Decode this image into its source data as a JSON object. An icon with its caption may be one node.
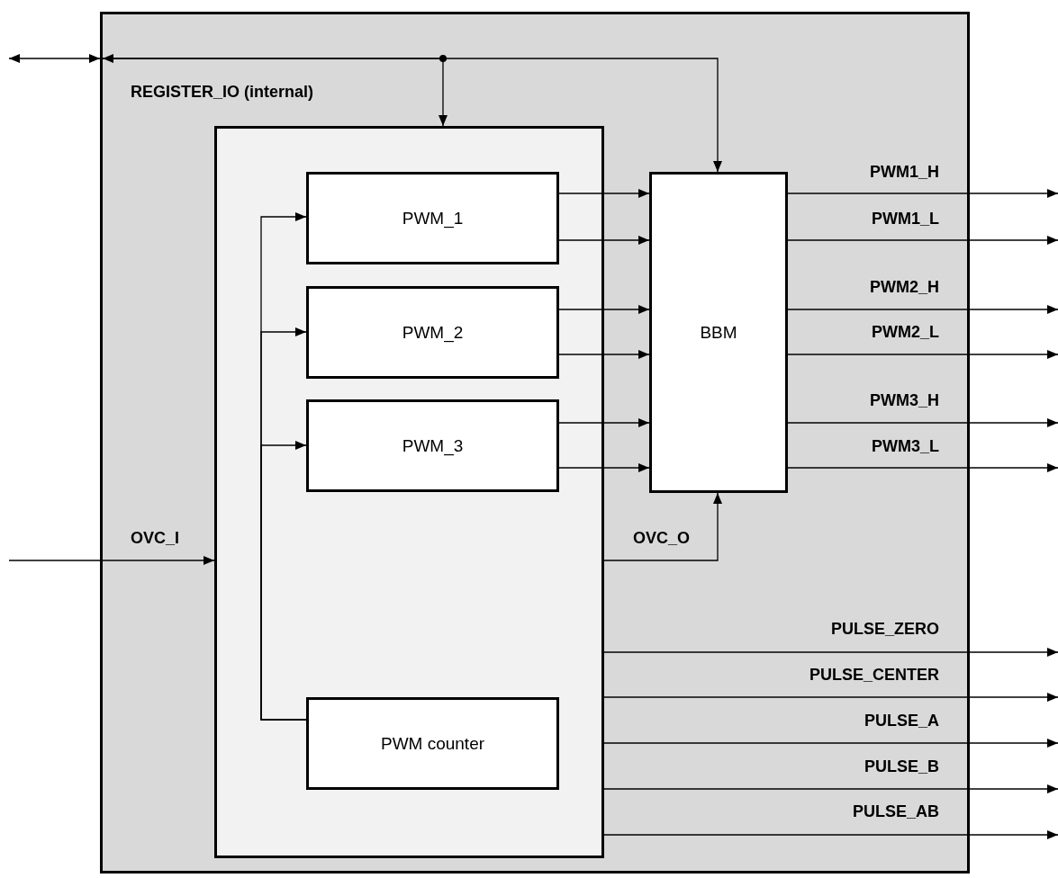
{
  "diagram": {
    "nodes": [
      {
        "text": [],
        "shape": "box"
      },
      {
        "text": [],
        "shape": "box",
        "in": 0
      },
      {
        "text": [
          "PWM_1"
        ],
        "in": 1
      },
      {
        "text": [
          "PWM_2"
        ],
        "in": 1
      },
      {
        "text": [
          "PWM_3"
        ],
        "in": 1
      },
      {
        "text": [
          "PWM counter"
        ],
        "in": 1
      },
      {
        "text": [
          "BBM"
        ],
        "in": 0
      }
    ],
    "edges": [
      {
        "from": null,
        "to": 0,
        "arrow": "both"
      },
      {
        "from": 0,
        "to": 1,
        "arrow": "both",
        "label": "REGISTER_IO (internal)"
      },
      {
        "from": 0,
        "to": 6,
        "arrow": "to"
      },
      {
        "from": 5,
        "to": 2,
        "arrow": "to"
      },
      {
        "from": 5,
        "to": 3,
        "arrow": "to"
      },
      {
        "from": 5,
        "to": 4,
        "arrow": "to"
      },
      {
        "from": 2,
        "to": 6,
        "arrow": "to"
      },
      {
        "from": 2,
        "to": 6,
        "arrow": "to"
      },
      {
        "from": 3,
        "to": 6,
        "arrow": "to"
      },
      {
        "from": 3,
        "to": 6,
        "arrow": "to"
      },
      {
        "from": 4,
        "to": 6,
        "arrow": "to"
      },
      {
        "from": 4,
        "to": 6,
        "arrow": "to"
      },
      {
        "from": null,
        "to": 1,
        "arrow": "to",
        "label": "OVC_I"
      },
      {
        "from": 1,
        "to": 6,
        "arrow": "to",
        "label": "OVC_O"
      },
      {
        "from": 6,
        "to": null,
        "arrow": "to",
        "label": "PWM1_H"
      },
      {
        "from": 6,
        "to": null,
        "arrow": "to",
        "label": "PWM1_L"
      },
      {
        "from": 6,
        "to": null,
        "arrow": "to",
        "label": "PWM2_H"
      },
      {
        "from": 6,
        "to": null,
        "arrow": "to",
        "label": "PWM2_L"
      },
      {
        "from": 6,
        "to": null,
        "arrow": "to",
        "label": "PWM3_H"
      },
      {
        "from": 6,
        "to": null,
        "arrow": "to",
        "label": "PWM3_L"
      },
      {
        "from": 1,
        "to": null,
        "arrow": "to",
        "label": "PULSE_ZERO"
      },
      {
        "from": 1,
        "to": null,
        "arrow": "to",
        "label": "PULSE_CENTER"
      },
      {
        "from": 1,
        "to": null,
        "arrow": "to",
        "label": "PULSE_A"
      },
      {
        "from": 1,
        "to": null,
        "arrow": "to",
        "label": "PULSE_B"
      },
      {
        "from": 1,
        "to": null,
        "arrow": "to",
        "label": "PULSE_AB"
      }
    ]
  }
}
